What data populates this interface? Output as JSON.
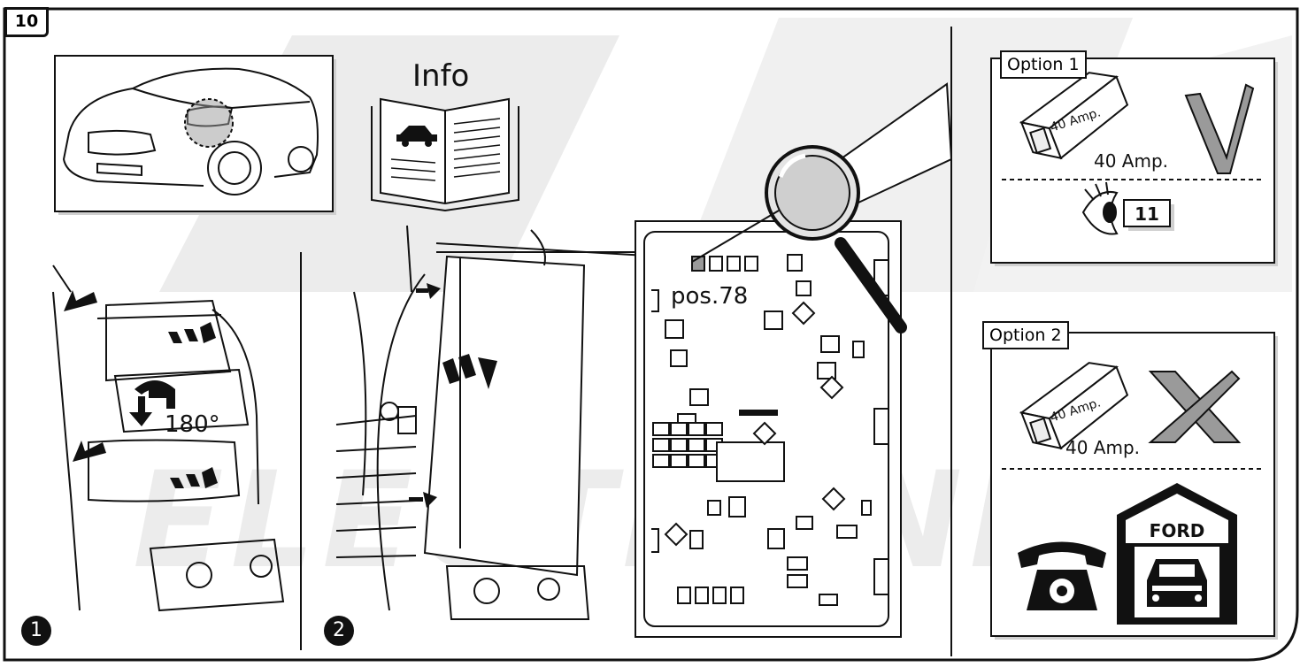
{
  "step_number": "10",
  "info_label": "Info",
  "sub_steps": [
    "1",
    "2"
  ],
  "rotation_label": "180°",
  "position_label": "pos.78",
  "options": [
    {
      "title": "Option 1",
      "fuse_print": "40 Amp.",
      "fuse_caption": "40 Amp.",
      "verdict": "check-mark",
      "next_step": "11"
    },
    {
      "title": "Option 2",
      "fuse_print": "40 Amp.",
      "fuse_caption": "40 Amp.",
      "verdict": "cross-mark",
      "dealer_label": "FORD"
    }
  ],
  "watermark": "ELECTRONICS",
  "colors": {
    "line": "#111111",
    "watermark": "#e6e6e6",
    "mark_grey": "#9a9a9a",
    "lens": "#cfcfcf"
  }
}
